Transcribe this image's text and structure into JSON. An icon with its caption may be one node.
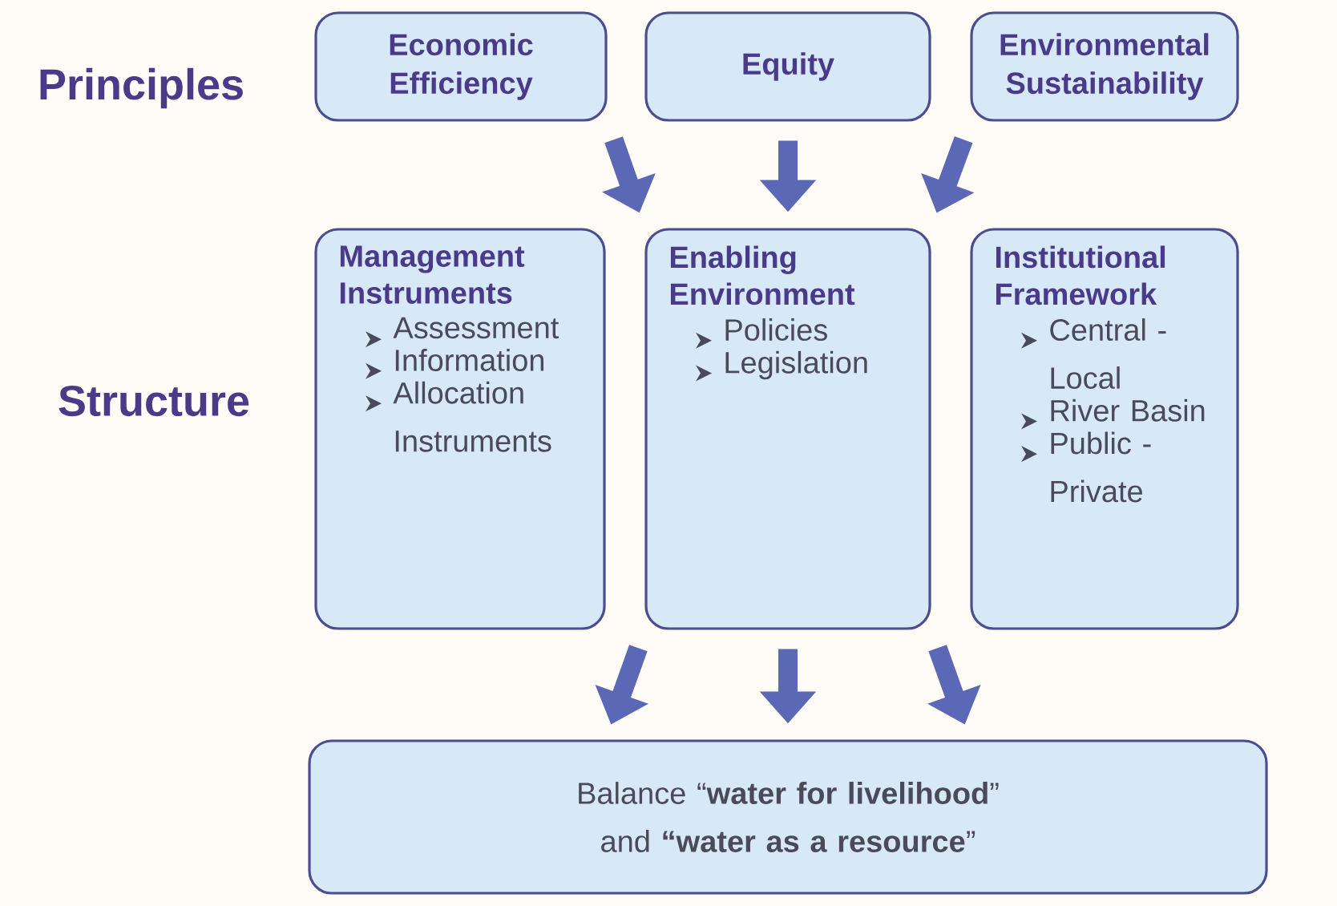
{
  "diagram": {
    "nodes": [
      {
        "text": [
          "Economic Efficiency"
        ]
      },
      {
        "text": [
          "Equity"
        ]
      },
      {
        "text": [
          "Environmental Sustainability"
        ]
      },
      {
        "text": [
          "Management Instruments",
          "Assessment",
          "Information",
          "Allocation Instruments"
        ]
      },
      {
        "text": [
          "Enabling Environment",
          "Policies",
          "Legislation"
        ]
      },
      {
        "text": [
          "Institutional Framework",
          "Central - Local",
          "River Basin",
          "Public - Private"
        ]
      },
      {
        "text": [
          "Balance “**water for livelihood**” and **“water as a resource**”"
        ]
      }
    ],
    "edges": [
      {
        "from": 0,
        "to": 4,
        "arrow": "to"
      },
      {
        "from": 1,
        "to": 4,
        "arrow": "to"
      },
      {
        "from": 2,
        "to": 4,
        "arrow": "to"
      },
      {
        "from": 4,
        "to": 6,
        "arrow": "to"
      },
      {
        "from": 4,
        "to": 6,
        "arrow": "to"
      },
      {
        "from": 4,
        "to": 6,
        "arrow": "to"
      }
    ],
    "labels": [
      "Principles",
      "Structure"
    ]
  }
}
